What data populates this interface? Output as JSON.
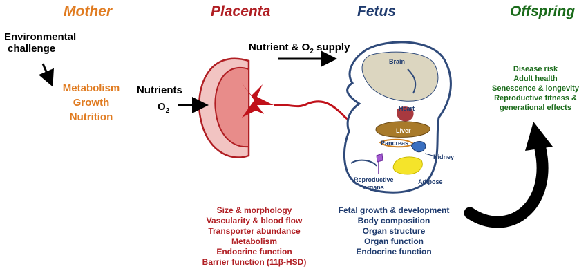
{
  "headers": {
    "mother": "Mother",
    "placenta": "Placenta",
    "fetus": "Fetus",
    "offspring": "Offspring"
  },
  "mother": {
    "challenge_line1": "Environmental",
    "challenge_line2": "challenge",
    "factors": [
      "Metabolism",
      "Growth",
      "Nutrition"
    ]
  },
  "nutrients": {
    "label": "Nutrients",
    "o2_prefix": "O",
    "o2_sub": "2"
  },
  "supply": {
    "prefix": "Nutrient & O",
    "sub": "2",
    "suffix": " supply"
  },
  "fetus_organs": {
    "brain": "Brain",
    "heart": "Heart",
    "liver": "Liver",
    "pancreas": "Pancreas",
    "kidney": "Kidney",
    "reproductive_line1": "Reproductive",
    "reproductive_line2": "organs",
    "adipose": "Adipose"
  },
  "placenta_effects": [
    "Size & morphology",
    "Vascularity & blood flow",
    "Transporter abundance",
    "Metabolism",
    "Endocrine function",
    "Barrier function (11β-HSD)"
  ],
  "fetus_effects": [
    "Fetal growth & development",
    "Body composition",
    "Organ structure",
    "Organ function",
    "Endocrine function"
  ],
  "offspring_outcomes": [
    "Disease risk",
    "Adult health",
    "Senescence & longevity",
    "Reproductive fitness &",
    "generational effects"
  ],
  "colors": {
    "mother": "#e07b20",
    "placenta": "#b01e23",
    "fetus": "#1f3b6e",
    "offspring": "#1a6b1a"
  }
}
